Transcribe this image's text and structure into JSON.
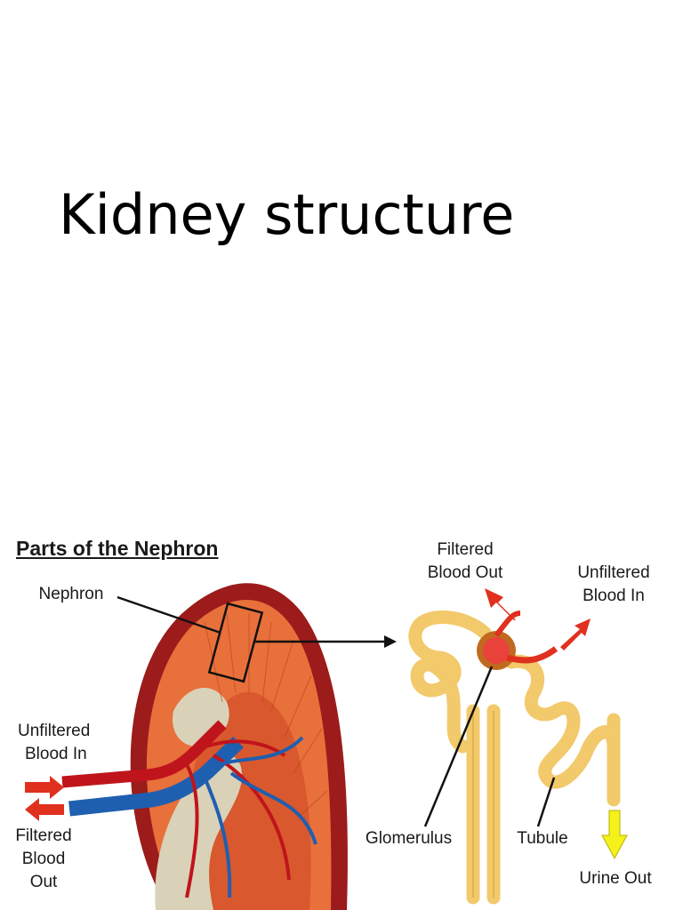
{
  "slide": {
    "title": "Kidney structure"
  },
  "figure": {
    "title": "Parts of the Nephron",
    "labels": {
      "nephron": "Nephron",
      "unfiltered_left_1": "Unfiltered",
      "unfiltered_left_2": "Blood In",
      "filtered_left_1": "Filtered",
      "filtered_left_2": "Blood",
      "filtered_left_3": "Out",
      "filtered_top_1": "Filtered",
      "filtered_top_2": "Blood Out",
      "unfiltered_right_1": "Unfiltered",
      "unfiltered_right_2": "Blood In",
      "glomerulus": "Glomerulus",
      "tubule": "Tubule",
      "urine_out": "Urine Out"
    },
    "colors": {
      "artery": "#c0141c",
      "vein": "#1f5fb0",
      "cortex": "#e8703a",
      "capsule": "#9c1b1b",
      "tubule": "#f2c96b",
      "arrow_red": "#e0301e",
      "arrow_yellow": "#f4f21a"
    }
  }
}
